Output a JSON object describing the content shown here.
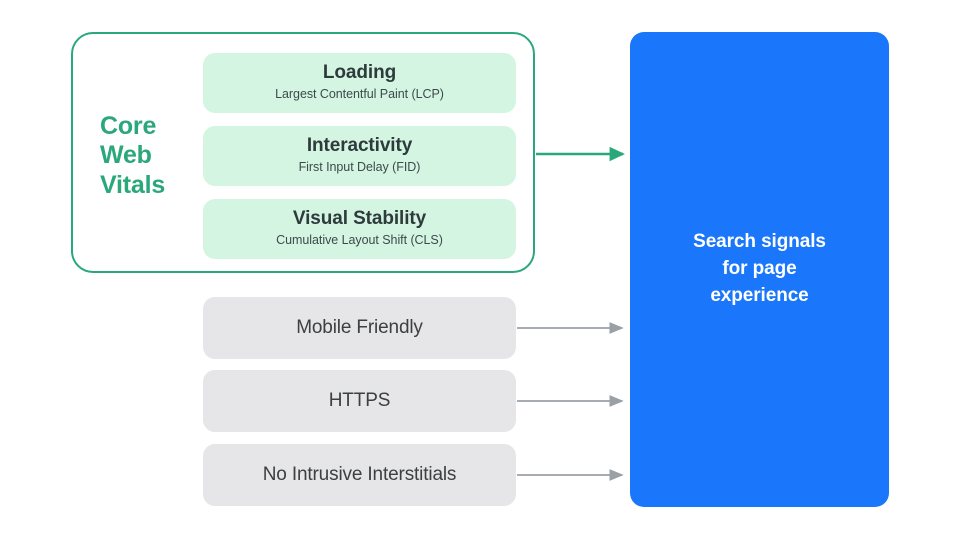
{
  "diagram": {
    "title": "Search signals for page experience",
    "colors": {
      "green": "#2BA77C",
      "mint": "#D5F5E3",
      "gray": "#E6E5E7",
      "blue": "#1A76FB",
      "arrow_gray": "#9AA0A6",
      "text_dark": "#3C4043"
    }
  },
  "core_web_vitals": {
    "group_label_line1": "Core",
    "group_label_line2": "Web",
    "group_label_line3": "Vitals",
    "group_label": "Core Web Vitals",
    "items": [
      {
        "title": "Loading",
        "subtitle": "Largest Contentful Paint (LCP)"
      },
      {
        "title": "Interactivity",
        "subtitle": "First Input Delay (FID)"
      },
      {
        "title": "Visual Stability",
        "subtitle": "Cumulative Layout Shift (CLS)"
      }
    ]
  },
  "other_signals": [
    {
      "label": "Mobile Friendly"
    },
    {
      "label": "HTTPS"
    },
    {
      "label": "No Intrusive Interstitials"
    }
  ],
  "output": {
    "label": "Search signals\nfor page\nexperience"
  }
}
